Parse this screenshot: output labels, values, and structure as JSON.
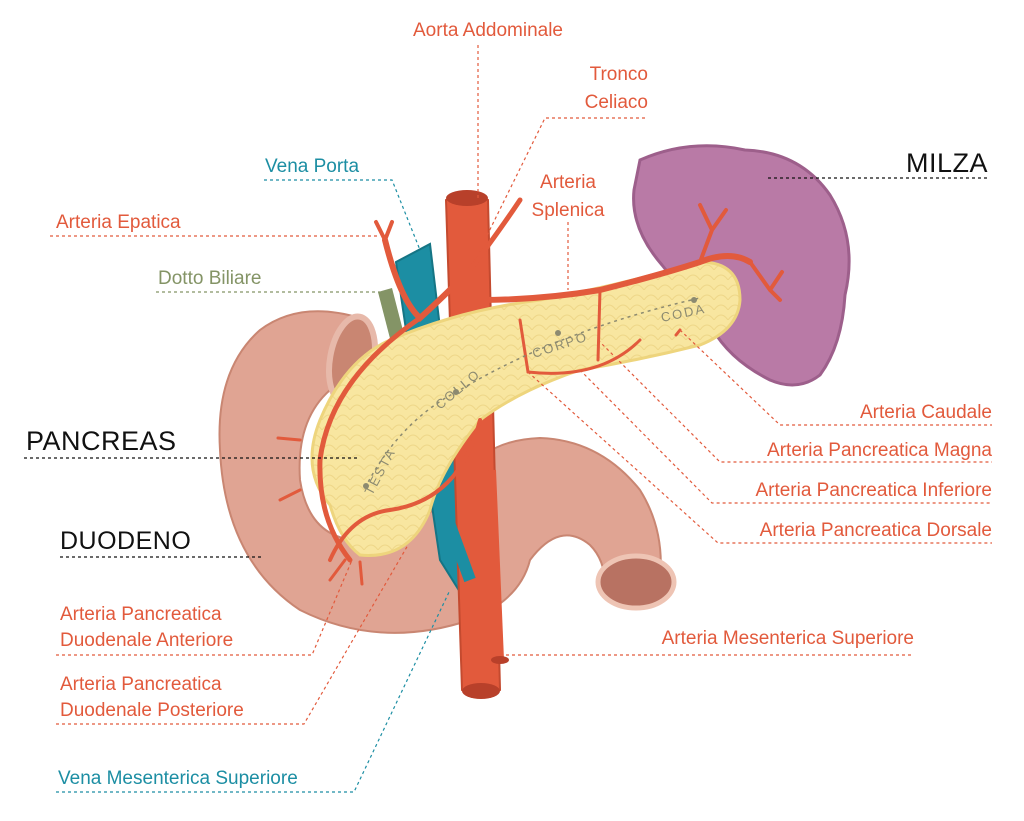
{
  "labels": {
    "aorta": "Aorta Addominale",
    "tronco_1": "Tronco",
    "tronco_2": "Celiaco",
    "vena_porta": "Vena Porta",
    "arteria_splenica_1": "Arteria",
    "arteria_splenica_2": "Splenica",
    "arteria_epatica": "Arteria Epatica",
    "dotto_biliare": "Dotto Biliare",
    "milza": "MILZA",
    "pancreas": "PANCREAS",
    "duodeno": "DUODENO",
    "arteria_caudale": "Arteria Caudale",
    "arteria_pancreatica_magna": "Arteria Pancreatica Magna",
    "arteria_pancreatica_inferiore": "Arteria Pancreatica Inferiore",
    "arteria_pancreatica_dorsale": "Arteria Pancreatica Dorsale",
    "arteria_mesenterica_superiore": "Arteria Mesenterica Superiore",
    "apd_anteriore_1": "Arteria Pancreatica",
    "apd_anteriore_2": "Duodenale Anteriore",
    "apd_posteriore_1": "Arteria Pancreatica",
    "apd_posteriore_2": "Duodenale Posteriore",
    "vena_mesenterica_superiore": "Vena Mesenterica Superiore"
  },
  "segments": {
    "testa": "TESTA",
    "collo": "COLLO",
    "corpo": "CORPO",
    "coda": "CODA"
  },
  "colors": {
    "artery": "#e25a3c",
    "vein": "#1c8ea3",
    "bile_duct": "#849466",
    "pancreas": "#f8e6a0",
    "spleen": "#b97aa6",
    "duodenum": "#e0a493"
  }
}
